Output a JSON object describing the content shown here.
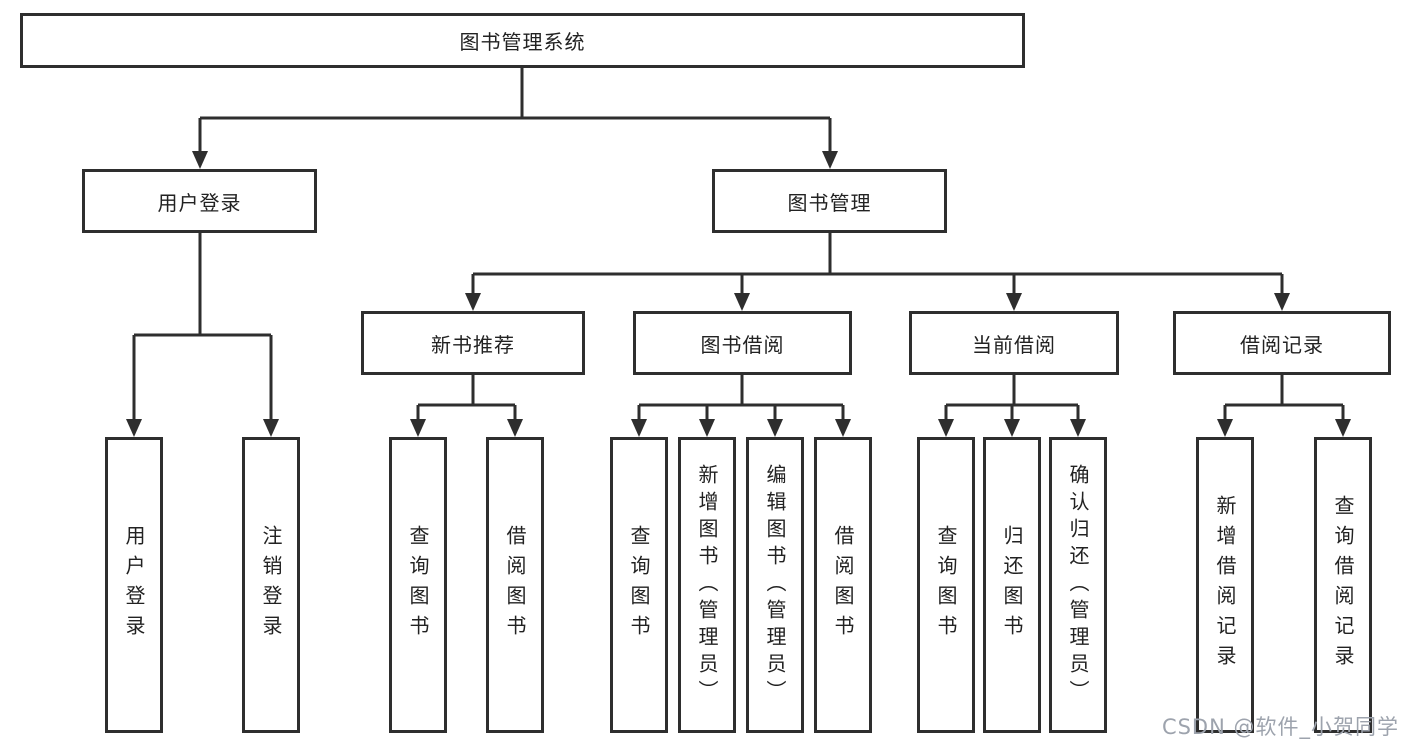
{
  "root": {
    "label": "图书管理系统",
    "children": [
      {
        "label": "用户登录",
        "children": [
          {
            "label": "用户登录"
          },
          {
            "label": "注销登录"
          }
        ]
      },
      {
        "label": "图书管理",
        "children": [
          {
            "label": "新书推荐",
            "children": [
              {
                "label": "查询图书"
              },
              {
                "label": "借阅图书"
              }
            ]
          },
          {
            "label": "图书借阅",
            "children": [
              {
                "label": "查询图书"
              },
              {
                "label": "新增图书（管理员）"
              },
              {
                "label": "编辑图书（管理员）"
              },
              {
                "label": "借阅图书"
              }
            ]
          },
          {
            "label": "当前借阅",
            "children": [
              {
                "label": "查询图书"
              },
              {
                "label": "归还图书"
              },
              {
                "label": "确认归还（管理员）"
              }
            ]
          },
          {
            "label": "借阅记录",
            "children": [
              {
                "label": "新增借阅记录"
              },
              {
                "label": "查询借阅记录"
              }
            ]
          }
        ]
      }
    ]
  },
  "watermark": {
    "text": "CSDN @软件_小贺同学"
  },
  "colors": {
    "line": "#2e2e2e",
    "text": "#222222",
    "watermark": "#9da3ad",
    "background": "#ffffff"
  }
}
